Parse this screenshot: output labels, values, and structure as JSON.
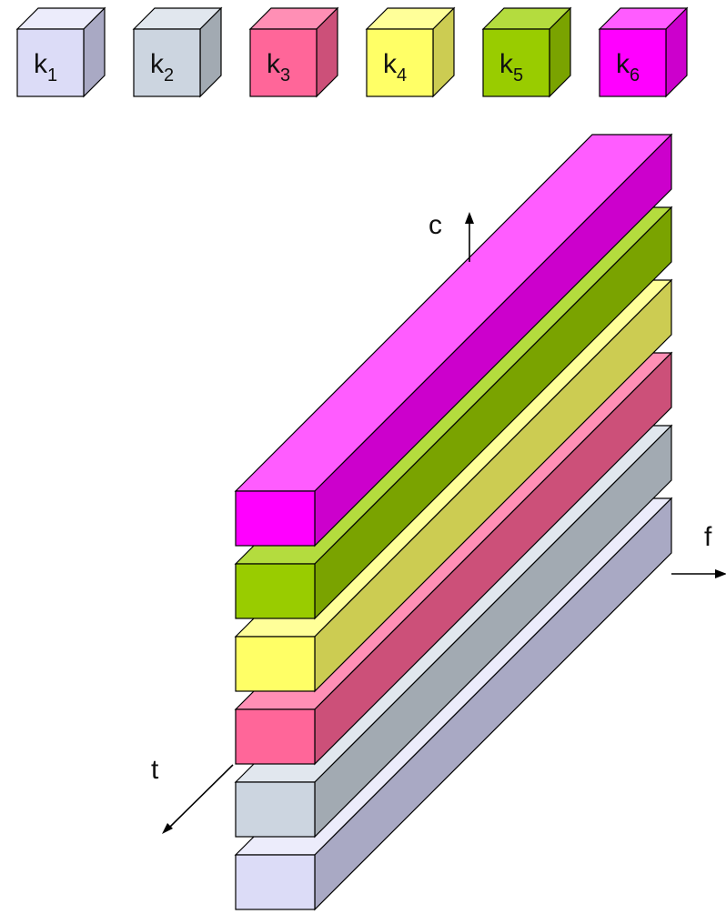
{
  "legend": [
    {
      "base": "k",
      "sub": "1",
      "front": "#dcdcf7",
      "top": "#ececfb",
      "side": "#a9a9c4"
    },
    {
      "base": "k",
      "sub": "2",
      "front": "#ccd5e0",
      "top": "#e1e7ee",
      "side": "#a2aab2"
    },
    {
      "base": "k",
      "sub": "3",
      "front": "#ff6699",
      "top": "#ff8fb5",
      "side": "#cc5079"
    },
    {
      "base": "k",
      "sub": "4",
      "front": "#ffff66",
      "top": "#ffff99",
      "side": "#cccc52"
    },
    {
      "base": "k",
      "sub": "5",
      "front": "#99cc00",
      "top": "#b4dc3e",
      "side": "#7aa300"
    },
    {
      "base": "k",
      "sub": "6",
      "front": "#ff00ff",
      "top": "#ff5cff",
      "side": "#cc00cc"
    }
  ],
  "axes": {
    "c": "c",
    "f": "f",
    "t": "t"
  }
}
